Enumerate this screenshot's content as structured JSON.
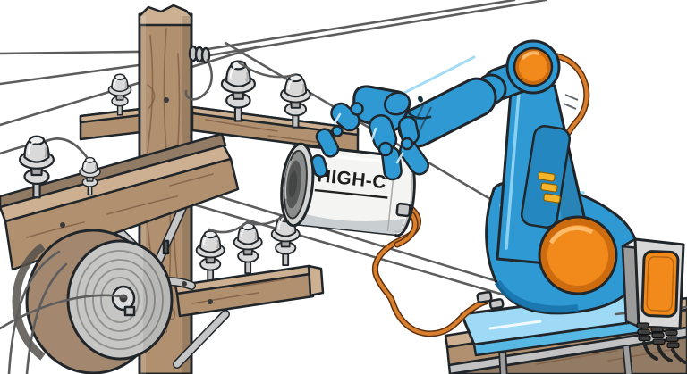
{
  "illustration": {
    "capacitor_label": "HIGH-C"
  },
  "icons": {
    "robot_arm": "robot-arm-illustration",
    "capacitor": "capacitor-cylinder",
    "utility_pole": "wooden-utility-pole",
    "insulator": "ceramic-insulator",
    "cable_reel": "cable-reel",
    "junction_box": "junction-box"
  },
  "colors": {
    "outline": "#20262a",
    "robot_blue": "#2f99d4",
    "robot_blue_dark": "#176fa6",
    "robot_blue_light": "#8fd4f2",
    "joint_orange": "#f28a1b",
    "joint_orange_dark": "#cd6b0f",
    "cable_orange": "#d97f2e",
    "cable_orange_dark": "#5a3012",
    "wood": "#b0906f",
    "wood_light": "#cdb092",
    "wood_dark": "#7c5c41",
    "wood_shadow": "#927b64",
    "metal": "#c6c6c6",
    "metal_dark": "#8f8f8f",
    "insulator": "#d9d9d9",
    "insulator_shade": "#a9a9a9",
    "capacitor_body": "#f4f4f2",
    "capacitor_shade": "#c9ced1",
    "cap_end_dark": "#565656",
    "base_plate": "#9edaf5",
    "accent_yellow": "#f3b32a",
    "wire": "#5d5d5d",
    "background": "#ffffff"
  }
}
